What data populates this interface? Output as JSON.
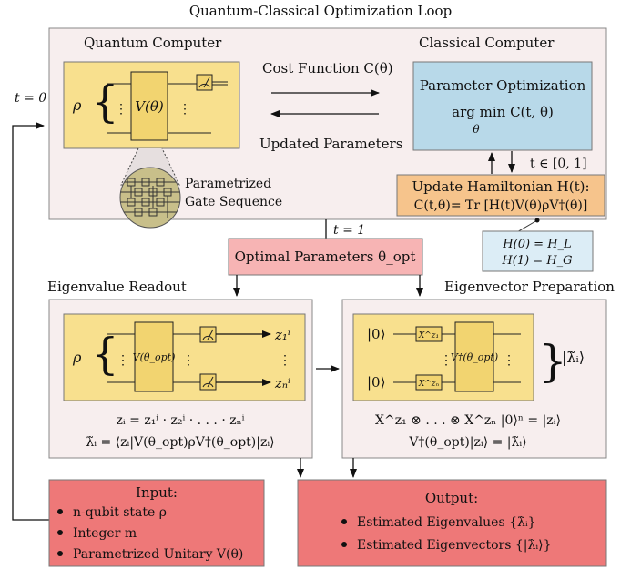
{
  "title": "Quantum-Classical Optimization Loop",
  "quantum_computer": {
    "label": "Quantum Computer",
    "rho": "ρ",
    "unitary": "V(θ)",
    "dots": "⋮",
    "parametrized_gate_line1": "Parametrized",
    "parametrized_gate_line2": "Gate Sequence"
  },
  "classical_computer": {
    "label": "Classical Computer",
    "param_opt_title": "Parameter Optimization",
    "argmin_text": "arg min C(t, θ)",
    "argmin_sub": "θ"
  },
  "arrows": {
    "cost_function": "Cost Function C(θ)",
    "updated_parameters": "Updated Parameters",
    "t_interval": "t ∈ [0, 1]",
    "t0": "t = 0",
    "t1": "t = 1"
  },
  "hamiltonian": {
    "title": "Update Hamiltonian H(t):",
    "formula": "C(t,θ)= Tr [H(t)V(θ)ρV†(θ)]",
    "h0": "H(0) = H_L",
    "h1": "H(1) = H_G"
  },
  "optimal_parameters": "Optimal Parameters θ_opt",
  "eigenvalue_readout": {
    "label": "Eigenvalue Readout",
    "rho": "ρ",
    "unitary": "V(θ_opt)",
    "z1": "z₁ⁱ",
    "zn": "zₙⁱ",
    "dots": "⋮",
    "formula1": "zᵢ = z₁ⁱ · z₂ⁱ · . . . · zₙⁱ",
    "formula2": "λ̃ᵢ = ⟨zᵢ|V(θ_opt)ρV†(θ_opt)|zᵢ⟩"
  },
  "eigenvector_preparation": {
    "label": "Eigenvector Preparation",
    "ket0": "|0⟩",
    "gate_x1": "X^z₁",
    "gate_xn": "X^zₙ",
    "unitary": "V†(θ_opt)",
    "dots": "⋮",
    "output_state": "|λ̃ᵢ⟩",
    "formula1": "X^z₁ ⊗ . . . ⊗ X^zₙ |0⟩ⁿ = |zᵢ⟩",
    "formula2": "V†(θ_opt)|zᵢ⟩ = |λ̃ᵢ⟩"
  },
  "input": {
    "title": "Input:",
    "items": [
      "n-qubit state ρ",
      "Integer m",
      "Parametrized Unitary V(θ)"
    ]
  },
  "output": {
    "title": "Output:",
    "items": [
      "Estimated Eigenvalues {λ̃ᵢ}",
      "Estimated Eigenvectors {|λ̃ᵢ⟩}"
    ]
  },
  "colors": {
    "outer_box": "#f7eeee",
    "circuit_yellow": "#f8e08e",
    "param_blue": "#b8d9e9",
    "hamiltonian_orange": "#f6c48c",
    "light_blue": "#dcedf6",
    "optimal_pink": "#f7b4b4",
    "io_red": "#ee7878",
    "gate_fill": "#f2d470"
  }
}
